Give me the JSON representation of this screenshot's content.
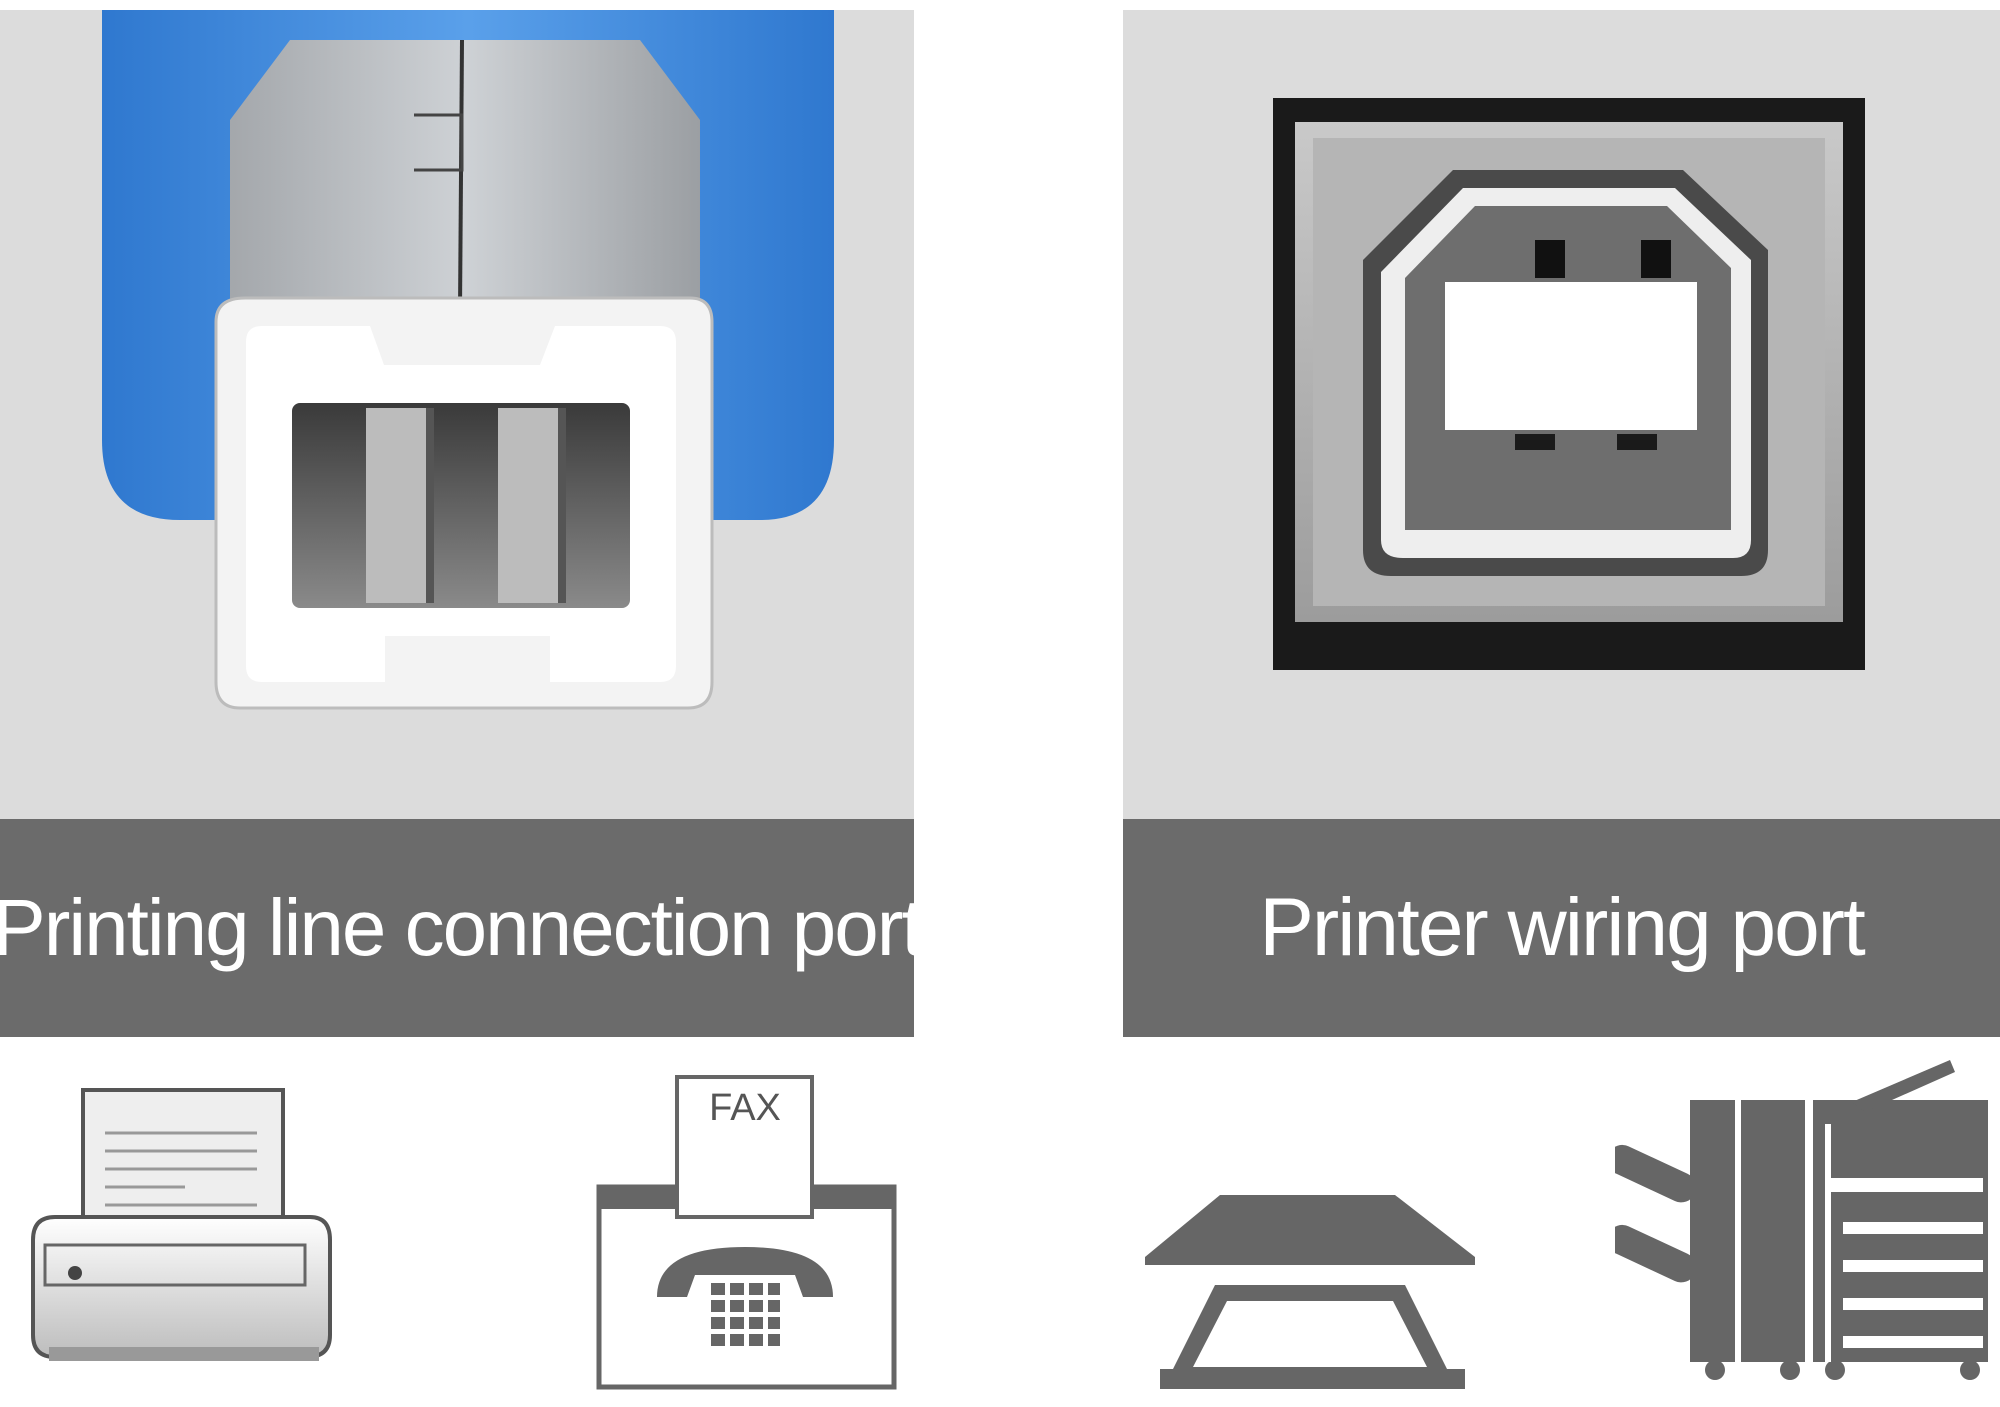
{
  "panels": {
    "left": {
      "caption": "Printing line connection port"
    },
    "right": {
      "caption": "Printer wiring port"
    }
  },
  "icons": [
    {
      "name": "printer-icon"
    },
    {
      "name": "fax-machine-icon",
      "label": "FAX"
    },
    {
      "name": "flatbed-scanner-icon"
    },
    {
      "name": "copier-icon"
    }
  ],
  "colors": {
    "panel_bg": "#dcdcdc",
    "caption_bar": "#6b6b6b",
    "cable_blue": "#3f86d8",
    "icon_gray": "#666666"
  }
}
